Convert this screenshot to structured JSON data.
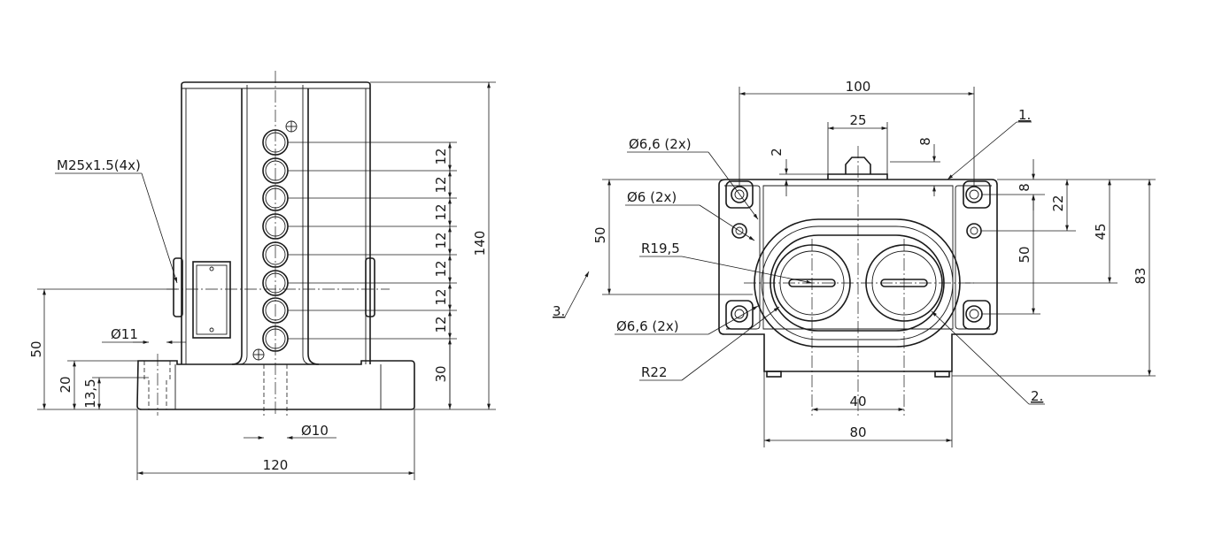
{
  "side_view": {
    "thread_callout": "M25x1.5(4x)",
    "hole_small_dia": "Ø11",
    "hole_bottom_dia": "Ø10",
    "dim_width_120": "120",
    "dim_height_140": "140",
    "dim_height_50": "50",
    "dim_height_20": "20",
    "dim_height_13_5": "13,5",
    "dim_height_30": "30",
    "pitch_12": [
      "12",
      "12",
      "12",
      "12",
      "12",
      "12",
      "12"
    ]
  },
  "front_view": {
    "dim_width_100": "100",
    "dim_width_25": "25",
    "dim_2": "2",
    "dim_8_top": "8",
    "dim_8_right": "8",
    "dim_22": "22",
    "dim_45": "45",
    "dim_50_right": "50",
    "dim_83": "83",
    "dim_50_left": "50",
    "dim_40": "40",
    "dim_80": "80",
    "hole_66_top": "Ø6,6 (2x)",
    "hole_6": "Ø6 (2x)",
    "radius_19_5": "R19,5",
    "hole_66_bottom": "Ø6,6 (2x)",
    "radius_22": "R22",
    "callout_1": "1.",
    "callout_2": "2.",
    "callout_3": "3."
  }
}
